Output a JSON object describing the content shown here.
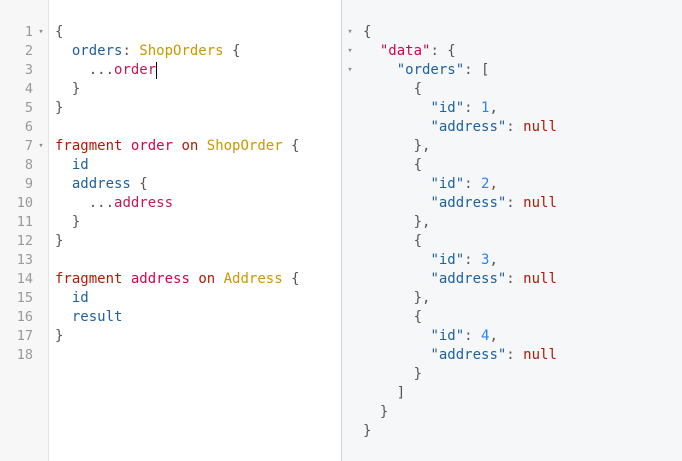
{
  "query_editor": {
    "lines": [
      {
        "number": "1",
        "fold": "▾",
        "tokens": [
          {
            "t": "{",
            "c": "punct"
          }
        ]
      },
      {
        "number": "2",
        "fold": "",
        "tokens": [
          {
            "t": "  ",
            "c": "punct"
          },
          {
            "t": "orders",
            "c": "field"
          },
          {
            "t": ": ",
            "c": "punct"
          },
          {
            "t": "ShopOrders",
            "c": "type"
          },
          {
            "t": " {",
            "c": "punct"
          }
        ]
      },
      {
        "number": "3",
        "fold": "",
        "tokens": [
          {
            "t": "    ",
            "c": "punct"
          },
          {
            "t": "...",
            "c": "spread"
          },
          {
            "t": "order",
            "c": "fragname"
          }
        ],
        "cursor": true
      },
      {
        "number": "4",
        "fold": "",
        "tokens": [
          {
            "t": "  }",
            "c": "punct"
          }
        ]
      },
      {
        "number": "5",
        "fold": "",
        "tokens": [
          {
            "t": "}",
            "c": "punct"
          }
        ]
      },
      {
        "number": "6",
        "fold": "",
        "tokens": []
      },
      {
        "number": "7",
        "fold": "▾",
        "tokens": [
          {
            "t": "fragment",
            "c": "keyword"
          },
          {
            "t": " ",
            "c": "punct"
          },
          {
            "t": "order",
            "c": "def"
          },
          {
            "t": " ",
            "c": "punct"
          },
          {
            "t": "on",
            "c": "keyword"
          },
          {
            "t": " ",
            "c": "punct"
          },
          {
            "t": "ShopOrder",
            "c": "type"
          },
          {
            "t": " {",
            "c": "punct"
          }
        ]
      },
      {
        "number": "8",
        "fold": "",
        "tokens": [
          {
            "t": "  ",
            "c": "punct"
          },
          {
            "t": "id",
            "c": "field"
          }
        ]
      },
      {
        "number": "9",
        "fold": "",
        "tokens": [
          {
            "t": "  ",
            "c": "punct"
          },
          {
            "t": "address",
            "c": "field"
          },
          {
            "t": " {",
            "c": "punct"
          }
        ]
      },
      {
        "number": "10",
        "fold": "",
        "tokens": [
          {
            "t": "    ",
            "c": "punct"
          },
          {
            "t": "...",
            "c": "spread"
          },
          {
            "t": "address",
            "c": "fragname"
          }
        ]
      },
      {
        "number": "11",
        "fold": "",
        "tokens": [
          {
            "t": "  }",
            "c": "punct"
          }
        ]
      },
      {
        "number": "12",
        "fold": "",
        "tokens": [
          {
            "t": "}",
            "c": "punct"
          }
        ]
      },
      {
        "number": "13",
        "fold": "",
        "tokens": []
      },
      {
        "number": "14",
        "fold": "",
        "tokens": [
          {
            "t": "fragment",
            "c": "keyword"
          },
          {
            "t": " ",
            "c": "punct"
          },
          {
            "t": "address",
            "c": "def"
          },
          {
            "t": " ",
            "c": "punct"
          },
          {
            "t": "on",
            "c": "keyword"
          },
          {
            "t": " ",
            "c": "punct"
          },
          {
            "t": "Address",
            "c": "type"
          },
          {
            "t": " {",
            "c": "punct"
          }
        ]
      },
      {
        "number": "15",
        "fold": "",
        "tokens": [
          {
            "t": "  ",
            "c": "punct"
          },
          {
            "t": "id",
            "c": "field"
          }
        ]
      },
      {
        "number": "16",
        "fold": "",
        "tokens": [
          {
            "t": "  ",
            "c": "punct"
          },
          {
            "t": "result",
            "c": "field"
          }
        ]
      },
      {
        "number": "17",
        "fold": "",
        "tokens": [
          {
            "t": "}",
            "c": "punct"
          }
        ]
      },
      {
        "number": "18",
        "fold": "",
        "tokens": []
      }
    ]
  },
  "result_viewer": {
    "lines": [
      {
        "fold": "▾",
        "tokens": [
          {
            "t": "{",
            "c": "punct"
          }
        ]
      },
      {
        "fold": "▾",
        "tokens": [
          {
            "t": "  ",
            "c": "punct"
          },
          {
            "t": "\"data\"",
            "c": "datakey"
          },
          {
            "t": ": {",
            "c": "punct"
          }
        ]
      },
      {
        "fold": "▾",
        "tokens": [
          {
            "t": "    ",
            "c": "punct"
          },
          {
            "t": "\"orders\"",
            "c": "key"
          },
          {
            "t": ": [",
            "c": "punct"
          }
        ]
      },
      {
        "fold": "",
        "tokens": [
          {
            "t": "      {",
            "c": "punct"
          }
        ]
      },
      {
        "fold": "",
        "tokens": [
          {
            "t": "        ",
            "c": "punct"
          },
          {
            "t": "\"id\"",
            "c": "key"
          },
          {
            "t": ": ",
            "c": "punct"
          },
          {
            "t": "1",
            "c": "number"
          },
          {
            "t": ",",
            "c": "punct"
          }
        ]
      },
      {
        "fold": "",
        "tokens": [
          {
            "t": "        ",
            "c": "punct"
          },
          {
            "t": "\"address\"",
            "c": "key"
          },
          {
            "t": ": ",
            "c": "punct"
          },
          {
            "t": "null",
            "c": "null"
          }
        ]
      },
      {
        "fold": "",
        "tokens": [
          {
            "t": "      },",
            "c": "punct"
          }
        ]
      },
      {
        "fold": "",
        "tokens": [
          {
            "t": "      {",
            "c": "punct"
          }
        ]
      },
      {
        "fold": "",
        "tokens": [
          {
            "t": "        ",
            "c": "punct"
          },
          {
            "t": "\"id\"",
            "c": "key"
          },
          {
            "t": ": ",
            "c": "punct"
          },
          {
            "t": "2",
            "c": "number"
          },
          {
            "t": ",",
            "c": "punct"
          }
        ]
      },
      {
        "fold": "",
        "tokens": [
          {
            "t": "        ",
            "c": "punct"
          },
          {
            "t": "\"address\"",
            "c": "key"
          },
          {
            "t": ": ",
            "c": "punct"
          },
          {
            "t": "null",
            "c": "null"
          }
        ]
      },
      {
        "fold": "",
        "tokens": [
          {
            "t": "      },",
            "c": "punct"
          }
        ]
      },
      {
        "fold": "",
        "tokens": [
          {
            "t": "      {",
            "c": "punct"
          }
        ]
      },
      {
        "fold": "",
        "tokens": [
          {
            "t": "        ",
            "c": "punct"
          },
          {
            "t": "\"id\"",
            "c": "key"
          },
          {
            "t": ": ",
            "c": "punct"
          },
          {
            "t": "3",
            "c": "number"
          },
          {
            "t": ",",
            "c": "punct"
          }
        ]
      },
      {
        "fold": "",
        "tokens": [
          {
            "t": "        ",
            "c": "punct"
          },
          {
            "t": "\"address\"",
            "c": "key"
          },
          {
            "t": ": ",
            "c": "punct"
          },
          {
            "t": "null",
            "c": "null"
          }
        ]
      },
      {
        "fold": "",
        "tokens": [
          {
            "t": "      },",
            "c": "punct"
          }
        ]
      },
      {
        "fold": "",
        "tokens": [
          {
            "t": "      {",
            "c": "punct"
          }
        ]
      },
      {
        "fold": "",
        "tokens": [
          {
            "t": "        ",
            "c": "punct"
          },
          {
            "t": "\"id\"",
            "c": "key"
          },
          {
            "t": ": ",
            "c": "punct"
          },
          {
            "t": "4",
            "c": "number"
          },
          {
            "t": ",",
            "c": "punct"
          }
        ]
      },
      {
        "fold": "",
        "tokens": [
          {
            "t": "        ",
            "c": "punct"
          },
          {
            "t": "\"address\"",
            "c": "key"
          },
          {
            "t": ": ",
            "c": "punct"
          },
          {
            "t": "null",
            "c": "null"
          }
        ]
      },
      {
        "fold": "",
        "tokens": [
          {
            "t": "      }",
            "c": "punct"
          }
        ]
      },
      {
        "fold": "",
        "tokens": [
          {
            "t": "    ]",
            "c": "punct"
          }
        ]
      },
      {
        "fold": "",
        "tokens": [
          {
            "t": "  }",
            "c": "punct"
          }
        ]
      },
      {
        "fold": "",
        "tokens": [
          {
            "t": "}",
            "c": "punct"
          }
        ]
      }
    ]
  },
  "colors": {
    "field": "#1f61a0",
    "type": "#ca9800",
    "keyword": "#b11a04",
    "definition": "#d2054e",
    "number": "#2882f9",
    "null": "#b11a04",
    "punctuation": "#555555"
  }
}
